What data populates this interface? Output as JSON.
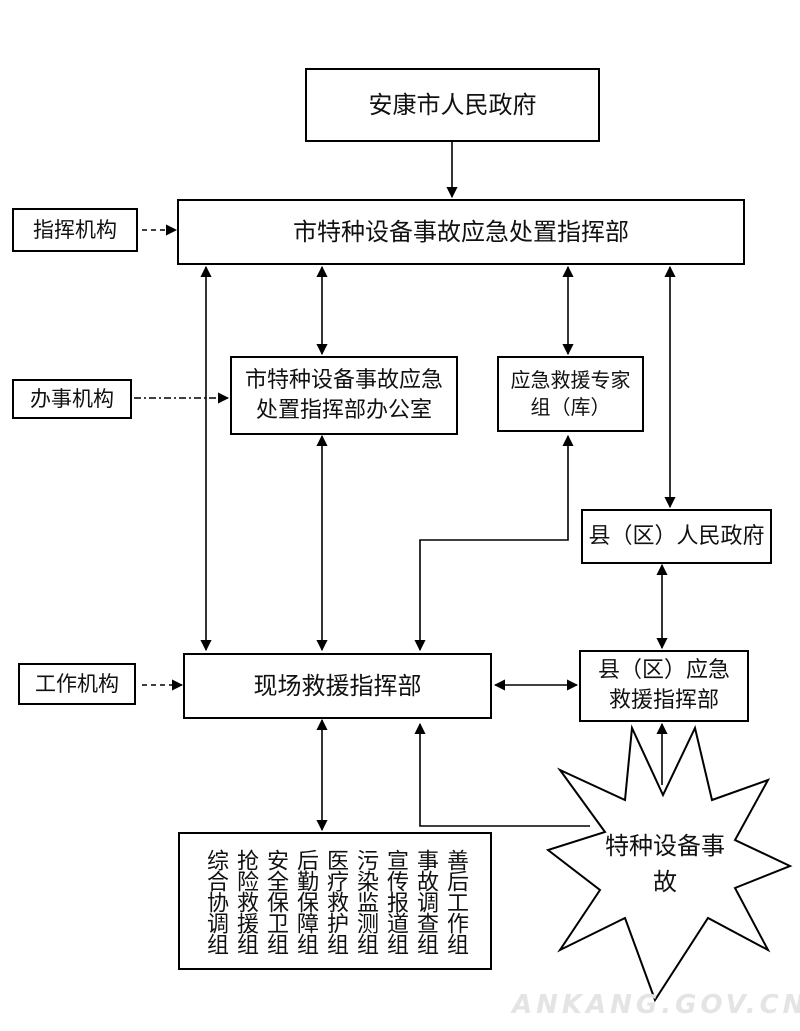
{
  "nodes": {
    "top": "安康市人民政府",
    "command": "市特种设备事故应急处置指挥部",
    "office": "市特种设备事故应急处置指挥部办公室",
    "experts": "应急救援专家组（库）",
    "county_gov": "县（区）人民政府",
    "onsite": "现场救援指挥部",
    "county_cmd": "县（区）应急救援指挥部",
    "accident": "特种设备事故"
  },
  "side_labels": {
    "commanding": "指挥机构",
    "office": "办事机构",
    "working": "工作机构"
  },
  "teams": [
    "综合协调组",
    "抢险救援组",
    "安全保卫组",
    "后勤保障组",
    "医疗救护组",
    "污染监测组",
    "宣传报道组",
    "事故调查组",
    "善后工作组"
  ],
  "watermark": "ANKANG.GOV.CN"
}
